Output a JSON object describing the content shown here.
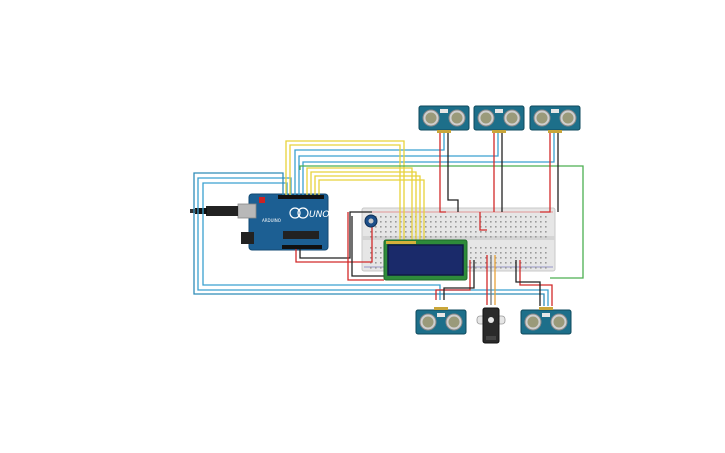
{
  "arduino": {
    "label": "UNO",
    "board_color": "#1c5f93",
    "header_color": "#111111"
  },
  "colors": {
    "wire_blue": "#3aa0d0",
    "wire_yellow": "#e8d23a",
    "wire_red": "#d22a2a",
    "wire_green": "#4caf50",
    "wire_black": "#222222",
    "wire_gray": "#777777",
    "sensor_board": "#1d6f8a",
    "lcd_board": "#2e8b3a",
    "lcd_screen": "#1a2a6a",
    "breadboard": "#e6e6e6",
    "servo_body": "#2a2a2a"
  },
  "components": {
    "ultrasonic_sensors_count": 5,
    "servo_count": 1,
    "lcd_count": 1,
    "potentiometer_count": 1,
    "breadboard_count": 1
  }
}
